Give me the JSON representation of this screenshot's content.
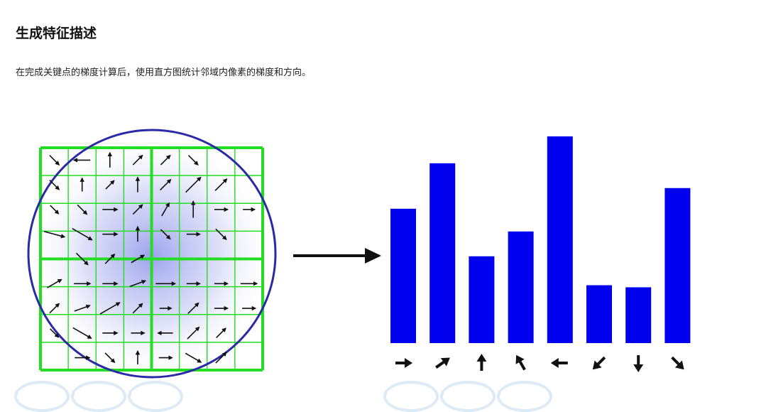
{
  "heading": "生成特征描述",
  "description": "在完成关键点的梯度计算后，使用直方图统计邻域内像素的梯度和方向。",
  "colors": {
    "grid": "#22dd22",
    "circle": "#2a2aa8",
    "bars": "#0000ee",
    "arrows": "#111111",
    "glow": "#9aa4ee"
  },
  "histogram_directions_deg": [
    0,
    35,
    90,
    120,
    180,
    225,
    270,
    315
  ],
  "histogram_values": [
    0.65,
    0.87,
    0.42,
    0.54,
    1.0,
    0.28,
    0.27,
    0.75
  ],
  "grid_arrows": [
    [
      {
        "a": 315,
        "m": 0.4
      },
      {
        "a": 180,
        "m": 0.6
      },
      {
        "a": 90,
        "m": 0.5
      },
      {
        "a": 45,
        "m": 0.4
      },
      {
        "a": 45,
        "m": 0.4
      },
      {
        "a": 315,
        "m": 0.4
      },
      {
        "a": 0,
        "m": 0
      },
      {
        "a": 0,
        "m": 0
      }
    ],
    [
      {
        "a": 315,
        "m": 0.4
      },
      {
        "a": 90,
        "m": 0.4
      },
      {
        "a": 45,
        "m": 0.3
      },
      {
        "a": 90,
        "m": 0.5
      },
      {
        "a": 45,
        "m": 0.5
      },
      {
        "a": 45,
        "m": 0.9
      },
      {
        "a": 45,
        "m": 0.6
      },
      {
        "a": 0,
        "m": 0
      }
    ],
    [
      {
        "a": 315,
        "m": 0.3
      },
      {
        "a": 315,
        "m": 0.4
      },
      {
        "a": 0,
        "m": 0.5
      },
      {
        "a": 45,
        "m": 0.4
      },
      {
        "a": 60,
        "m": 0.5
      },
      {
        "a": 90,
        "m": 0.6
      },
      {
        "a": 0,
        "m": 0.4
      },
      {
        "a": 0,
        "m": 0.3
      }
    ],
    [
      {
        "a": 345,
        "m": 0.9
      },
      {
        "a": 330,
        "m": 1.0
      },
      {
        "a": 0,
        "m": 0.5
      },
      {
        "a": 90,
        "m": 0.5
      },
      {
        "a": 315,
        "m": 0.4
      },
      {
        "a": 0,
        "m": 0.4
      },
      {
        "a": 315,
        "m": 0.5
      },
      {
        "a": 0,
        "m": 0
      }
    ],
    [
      {
        "a": 0,
        "m": 0
      },
      {
        "a": 315,
        "m": 0.6
      },
      {
        "a": 45,
        "m": 0.4
      },
      {
        "a": 30,
        "m": 0.5
      },
      {
        "a": 0,
        "m": 0
      },
      {
        "a": 0,
        "m": 0
      },
      {
        "a": 0,
        "m": 0
      },
      {
        "a": 0,
        "m": 0
      }
    ],
    [
      {
        "a": 30,
        "m": 0.6
      },
      {
        "a": 0,
        "m": 0.6
      },
      {
        "a": 0,
        "m": 0.5
      },
      {
        "a": 20,
        "m": 0.6
      },
      {
        "a": 0,
        "m": 0.8
      },
      {
        "a": 0,
        "m": 0.4
      },
      {
        "a": 0,
        "m": 0.4
      },
      {
        "a": 0,
        "m": 0.6
      }
    ],
    [
      {
        "a": 45,
        "m": 0.4
      },
      {
        "a": 20,
        "m": 0.6
      },
      {
        "a": 30,
        "m": 1.0
      },
      {
        "a": 45,
        "m": 0.4
      },
      {
        "a": 0,
        "m": 0.3
      },
      {
        "a": 45,
        "m": 0.5
      },
      {
        "a": 0,
        "m": 0.4
      },
      {
        "a": 0,
        "m": 0.4
      }
    ],
    [
      {
        "a": 315,
        "m": 0.3
      },
      {
        "a": 330,
        "m": 0.9
      },
      {
        "a": 0,
        "m": 0.5
      },
      {
        "a": 0,
        "m": 0.4
      },
      {
        "a": 180,
        "m": 0.5
      },
      {
        "a": 45,
        "m": 0.6
      },
      {
        "a": 45,
        "m": 0.4
      },
      {
        "a": 0,
        "m": 0
      }
    ],
    [
      {
        "a": 0,
        "m": 0
      },
      {
        "a": 0,
        "m": 0.5
      },
      {
        "a": 315,
        "m": 0.4
      },
      {
        "a": 90,
        "m": 0.4
      },
      {
        "a": 0,
        "m": 0.4
      },
      {
        "a": 330,
        "m": 0.7
      },
      {
        "a": 45,
        "m": 0.5
      },
      {
        "a": 0,
        "m": 0
      }
    ]
  ]
}
